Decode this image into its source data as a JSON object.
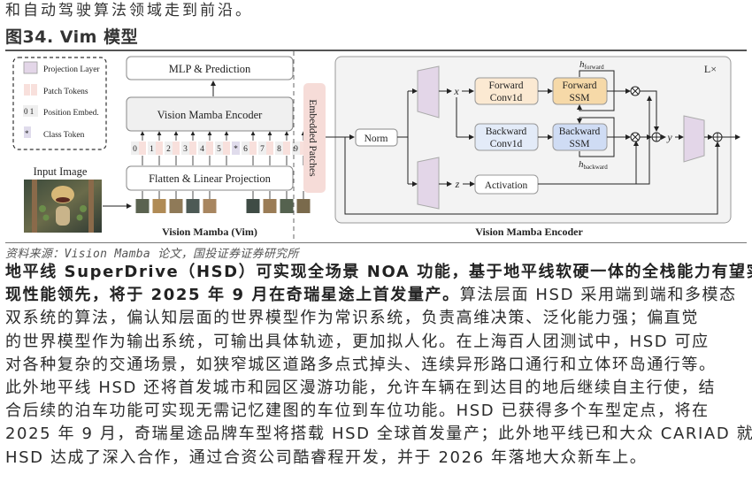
{
  "intro_line": "和自动驾驶算法领域走到前沿。",
  "figure": {
    "title": "图34. Vim 模型",
    "source": "资料来源：Vision Mamba 论文，国投证券证券研究所",
    "legend": [
      {
        "label": "Projection Layer",
        "color": "#e3d6e8"
      },
      {
        "label": "Patch Tokens",
        "color": "#f8e0dc"
      },
      {
        "label": "Position Embed.",
        "glyph": "0 1"
      },
      {
        "label": "Class Token",
        "glyph": "*"
      }
    ],
    "left_panel": {
      "mlp_label": "MLP & Prediction",
      "encoder_label": "Vision Mamba Encoder",
      "flatten_label": "Flatten & Linear Projection",
      "input_image_label": "Input Image",
      "caption": "Vision Mamba (Vim)",
      "tokens": [
        "0",
        "1",
        "2",
        "3",
        "4",
        "5",
        "*",
        "6",
        "7",
        "8",
        "9"
      ]
    },
    "right_panel": {
      "embedded_patches_label": "Embedded Patches",
      "norm_label": "Norm",
      "x_label": "x",
      "z_label": "z",
      "y_label": "y",
      "forward_conv": [
        "Forward",
        "Conv1d"
      ],
      "forward_ssm": [
        "Forward",
        "SSM"
      ],
      "backward_conv": [
        "Backward",
        "Conv1d"
      ],
      "backward_ssm": [
        "Backward",
        "SSM"
      ],
      "activation_label": "Activation",
      "h_forward": "h",
      "h_forward_sub": "forward",
      "h_backward": "h",
      "h_backward_sub": "backward",
      "repeat_label": "L×",
      "caption": "Vision Mamba Encoder",
      "colors": {
        "forward": "#fbe9d2",
        "forward_ssm": "#f6d9a8",
        "backward": "#e3ebf8",
        "backward_ssm": "#cfdcf4",
        "projection": "#e3d6e8",
        "embedded": "#f6dcd8",
        "panel_bg": "#f3f3f3"
      }
    }
  },
  "paragraph": [
    {
      "parts": [
        {
          "text": "地平线 SuperDrive（HSD）可实现全场景 NOA 功能，基于地平线软硬一体的全栈能力有望实",
          "bold": true
        }
      ]
    },
    {
      "parts": [
        {
          "text": "现性能领先，将于 2025 年 9 月在奇瑞星途上首发量产。",
          "bold": true
        },
        {
          "text": "算法层面 HSD 采用端到端和多模态",
          "bold": false
        }
      ]
    },
    {
      "parts": [
        {
          "text": "双系统的算法，偏认知层面的世界模型作为常识系统，负责高维决策、泛化能力强；偏直觉",
          "bold": false
        }
      ]
    },
    {
      "parts": [
        {
          "text": "的世界模型作为输出系统，可输出具体轨迹，更加拟人化。在上海百人团测试中，HSD 可应",
          "bold": false
        }
      ]
    },
    {
      "parts": [
        {
          "text": "对各种复杂的交通场景，如狭窄城区道路多点式掉头、连续异形路口通行和立体环岛通行等。",
          "bold": false
        }
      ]
    },
    {
      "parts": [
        {
          "text": "此外地平线 HSD 还将首发城市和园区漫游功能，允许车辆在到达目的地后继续自主行使，结",
          "bold": false
        }
      ]
    },
    {
      "parts": [
        {
          "text": "合后续的泊车功能可实现无需记忆建图的车位到车位功能。HSD 已获得多个车型定点，将在",
          "bold": false
        }
      ]
    },
    {
      "parts": [
        {
          "text": "2025 年 9 月，奇瑞星途品牌车型将搭载 HSD 全球首发量产；此外地平线已和大众 CARIAD 就",
          "bold": false
        }
      ]
    },
    {
      "parts": [
        {
          "text": "HSD 达成了深入合作，通过合资公司酷睿程开发，并于 2026 年落地大众新车上。",
          "bold": false
        }
      ]
    }
  ]
}
